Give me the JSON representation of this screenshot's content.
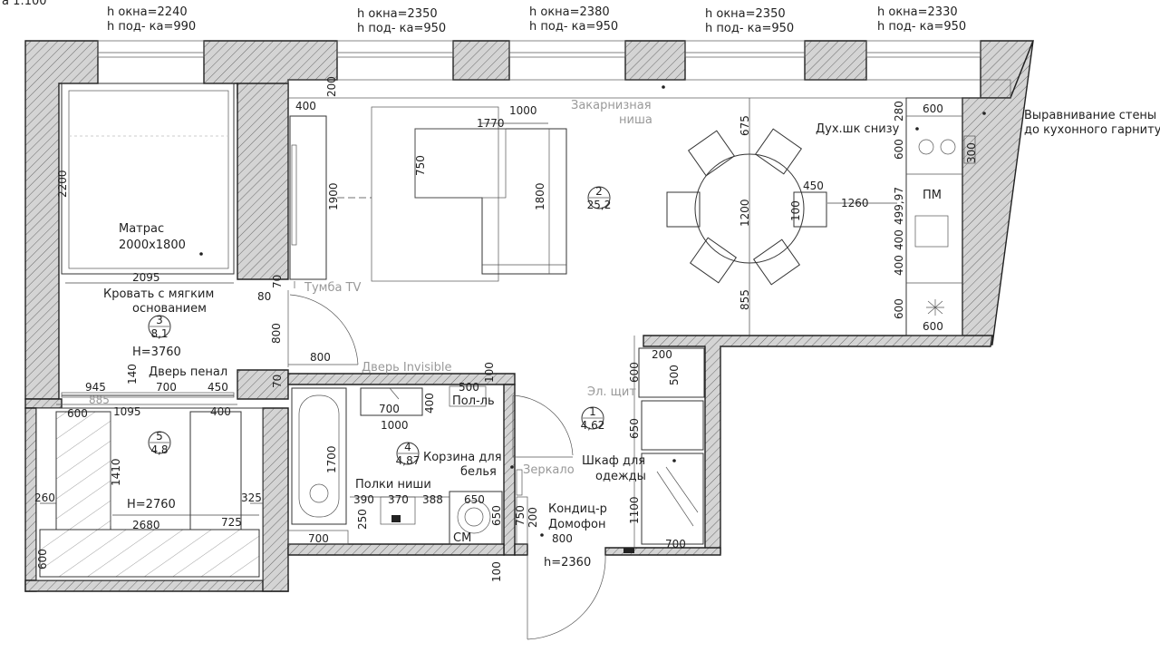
{
  "header": {
    "page_mark": "а 1:100",
    "windows": [
      {
        "h_window": "h окна=2240",
        "h_sill": "h под- ка=990"
      },
      {
        "h_window": "h окна=2350",
        "h_sill": "h под- ка=950"
      },
      {
        "h_window": "h окна=2380",
        "h_sill": "h под- ка=950"
      },
      {
        "h_window": "h окна=2350",
        "h_sill": "h под- ка=950"
      },
      {
        "h_window": "h окна=2330",
        "h_sill": "h под- ка=950"
      }
    ]
  },
  "rooms": {
    "bedroom": {
      "number": "3",
      "area": "8,1",
      "ceiling": "H=3760",
      "mattress_line1": "Матрас",
      "mattress_line2": "2000x1800",
      "bed_line1": "Кровать с мягким",
      "bed_line2": "основанием",
      "closet_door": "Дверь пенал"
    },
    "living": {
      "number": "2",
      "area": "25,2",
      "cornice_line1": "Закарнизная",
      "cornice_line2": "ниша",
      "tv_stand": "Тумба TV",
      "door_invisible": "Дверь Invisible",
      "oven": "Дух.шк снизу",
      "dishwasher": "ПМ",
      "wall_align_line1": "Выравнивание стены",
      "wall_align_line2": "до кухонного гарнитура"
    },
    "bathroom": {
      "number": "4",
      "area": "4,87",
      "shelf": "Пол-ль",
      "laundry_line1": "Корзина для",
      "laundry_line2": "белья",
      "niche_shelves": "Полки ниши",
      "washer": "СМ"
    },
    "hall": {
      "number": "1",
      "area": "4,62",
      "panel": "Эл. щит",
      "mirror": "Зеркало",
      "wardrobe_line1": "Шкаф для",
      "wardrobe_line2": "одежды",
      "ac": "Кондиц-р",
      "intercom": "Домофон",
      "door_height": "h=2360"
    },
    "balcony": {
      "number": "5",
      "area": "4,8",
      "ceiling": "H=2760"
    }
  },
  "dimensions": {
    "d200_top": "200",
    "d400_tv": "400",
    "d1000_sofa": "1000",
    "d1770": "1770",
    "d750": "750",
    "d1900": "1900",
    "d1800": "1800",
    "d675": "675",
    "d450_t": "450",
    "d1260": "1260",
    "d1200": "1200",
    "d100": "100",
    "d855": "855",
    "d2200": "2200",
    "d2095": "2095",
    "d80": "80",
    "d800_v": "800",
    "d70_a": "70",
    "d70_b": "70",
    "d800_h": "800",
    "d140": "140",
    "d945": "945",
    "d885": "885",
    "d700_a": "700",
    "d450_b": "450",
    "d600_a": "600",
    "d1095": "1095",
    "d400_a": "400",
    "d1410": "1410",
    "d260": "260",
    "d325": "325",
    "d2680": "2680",
    "d725": "725",
    "d600_b": "600",
    "d500_a": "500",
    "d1000_b": "1000",
    "d700_b": "700",
    "d400_b": "400",
    "d1700": "1700",
    "d390": "390",
    "d370": "370",
    "d388": "388",
    "d650_a": "650",
    "d650_b": "650",
    "d250": "250",
    "d750_b": "750",
    "d700_c": "700",
    "d100_c": "100",
    "d200_b": "200",
    "d600_c": "600",
    "d500_b": "500",
    "d650_c": "650",
    "d1100": "1100",
    "d700_d": "700",
    "d200_c": "200",
    "d800_c": "800",
    "d100_b": "100",
    "k600_a": "600",
    "k280": "280",
    "k600_b": "600",
    "k300": "300",
    "k499": "499,97",
    "k400_a": "400",
    "k400_b": "400",
    "k600_c": "600",
    "k600_d": "600"
  }
}
